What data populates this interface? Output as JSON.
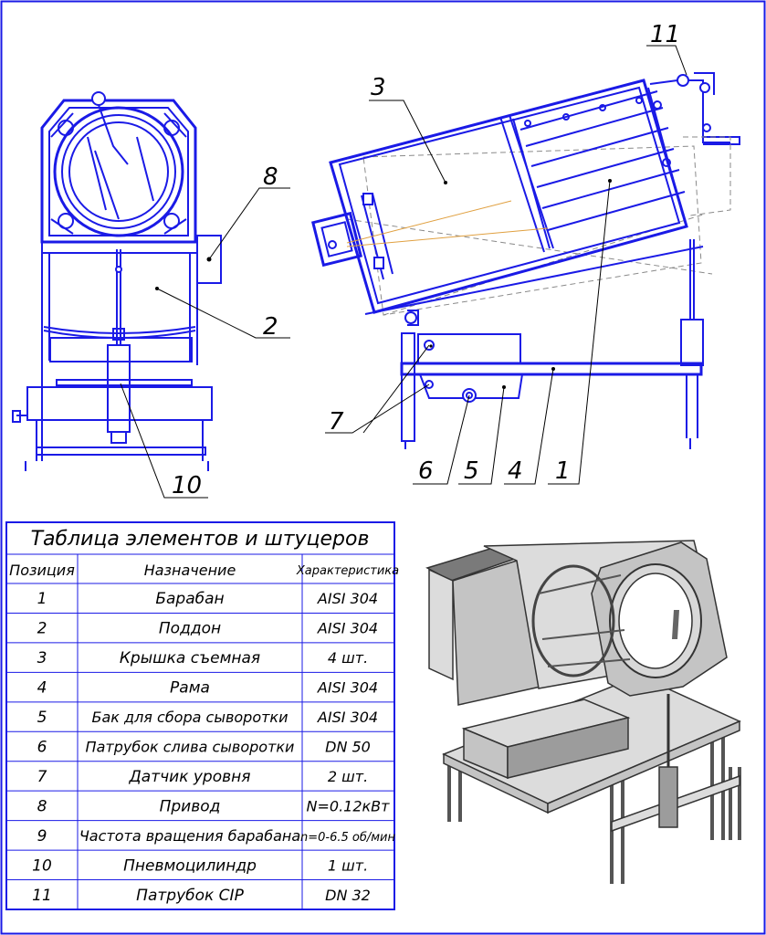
{
  "colors": {
    "line": "#1a1ae6",
    "text": "#000000",
    "background": "#ffffff"
  },
  "callouts": {
    "c1": "1",
    "c2": "2",
    "c3": "3",
    "c4": "4",
    "c5": "5",
    "c6": "6",
    "c7": "7",
    "c8": "8",
    "c10": "10",
    "c11": "11"
  },
  "table": {
    "title": "Таблица элементов и штуцеров",
    "headers": [
      "Позиция",
      "Назначение",
      "Характеристика"
    ],
    "rows": [
      [
        "1",
        "Барабан",
        "AISI 304"
      ],
      [
        "2",
        "Поддон",
        "AISI 304"
      ],
      [
        "3",
        "Крышка съемная",
        "4 шт."
      ],
      [
        "4",
        "Рама",
        "AISI 304"
      ],
      [
        "5",
        "Бак для сбора сыворотки",
        "AISI 304"
      ],
      [
        "6",
        "Патрубок слива сыворотки",
        "DN 50"
      ],
      [
        "7",
        "Датчик уровня",
        "2 шт."
      ],
      [
        "8",
        "Привод",
        "N=0.12кВт"
      ],
      [
        "9",
        "Частота вращения барабана",
        "n=0-6.5 об/мин"
      ],
      [
        "10",
        "Пневмоцилиндр",
        "1 шт."
      ],
      [
        "11",
        "Патрубок CIP",
        "DN 32"
      ]
    ]
  }
}
